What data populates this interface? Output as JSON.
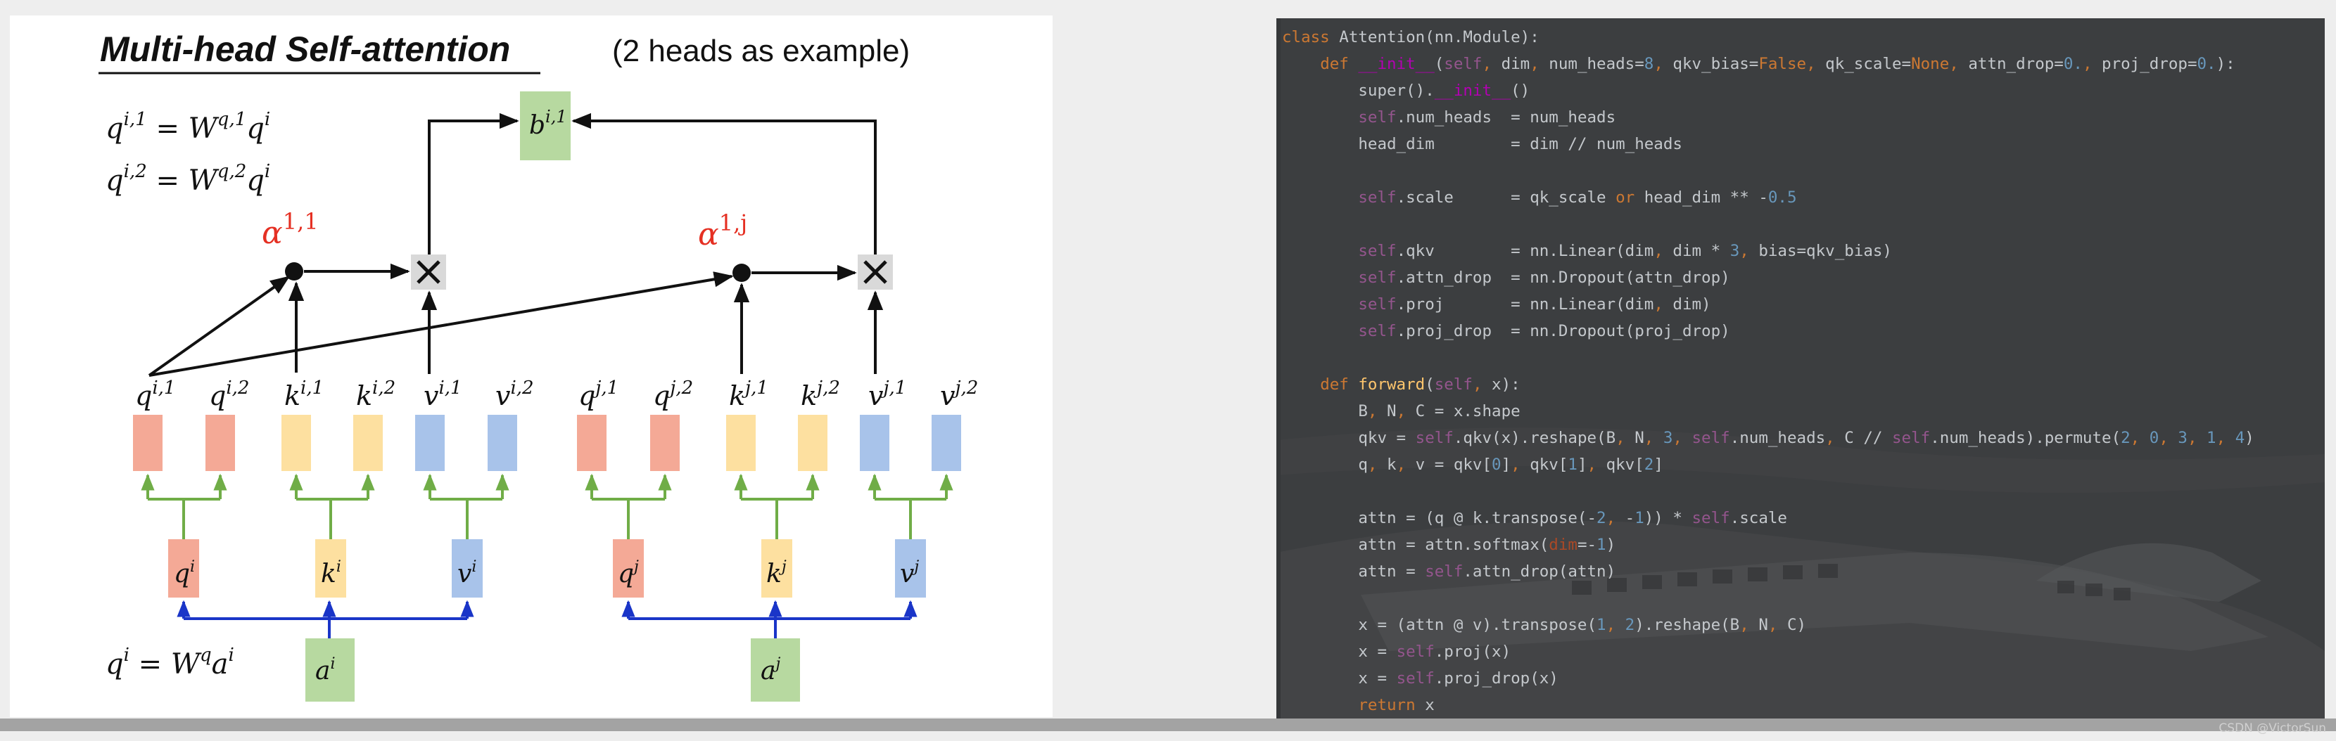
{
  "slide": {
    "title": "Multi-head Self-attention",
    "subtitle": "(2 heads as example)",
    "eq1": "q^{i,1} = W^{q,1} q^i",
    "eq2": "q^{i,2} = W^{q,2} q^i",
    "eq3": "q^i = W^q a^i",
    "alpha_left": "α^{1,1}",
    "alpha_right": "α^{1,j}",
    "output": "b^{i,1}",
    "heads": [
      {
        "index": "i",
        "labels": [
          "q^{i,1}",
          "q^{i,2}",
          "k^{i,1}",
          "k^{i,2}",
          "v^{i,1}",
          "v^{i,2}"
        ],
        "proj": [
          "q^i",
          "k^i",
          "v^i"
        ],
        "input": "a^i"
      },
      {
        "index": "j",
        "labels": [
          "q^{j,1}",
          "q^{j,2}",
          "k^{j,1}",
          "k^{j,2}",
          "v^{j,1}",
          "v^{j,2}"
        ],
        "proj": [
          "q^j",
          "k^j",
          "v^j"
        ],
        "input": "a^j"
      }
    ],
    "colors": {
      "query": "#f4a996",
      "key": "#fde0a0",
      "value": "#a8c3ea",
      "input": "#b7d9a0",
      "alpha": "#e53023",
      "tree": "#70ad47",
      "feed": "#1a35c8",
      "multiply_box": "#d9d9d9"
    }
  },
  "code": {
    "lines": [
      "class Attention(nn.Module):",
      "    def __init__(self, dim, num_heads=8, qkv_bias=False, qk_scale=None, attn_drop=0., proj_drop=0.):",
      "        super().__init__()",
      "        self.num_heads  = num_heads",
      "        head_dim        = dim // num_heads",
      "",
      "        self.scale      = qk_scale or head_dim ** -0.5",
      "",
      "        self.qkv        = nn.Linear(dim, dim * 3, bias=qkv_bias)",
      "        self.attn_drop  = nn.Dropout(attn_drop)",
      "        self.proj       = nn.Linear(dim, dim)",
      "        self.proj_drop  = nn.Dropout(proj_drop)",
      "",
      "    def forward(self, x):",
      "        B, N, C = x.shape",
      "        qkv = self.qkv(x).reshape(B, N, 3, self.num_heads, C // self.num_heads).permute(2, 0, 3, 1, 4)",
      "        q, k, v = qkv[0], qkv[1], qkv[2]",
      "",
      "        attn = (q @ k.transpose(-2, -1)) * self.scale",
      "        attn = attn.softmax(dim=-1)",
      "        attn = self.attn_drop(attn)",
      "",
      "        x = (attn @ v).transpose(1, 2).reshape(B, N, C)",
      "        x = self.proj(x)",
      "        x = self.proj_drop(x)",
      "        return x"
    ],
    "colors": {
      "background": "#3c3e40",
      "keyword": "#cc7832",
      "self": "#94558d",
      "number": "#6897bb",
      "function": "#ffc66d",
      "magic": "#b200b2",
      "param": "#aa4926",
      "text": "#c4c8cc"
    }
  },
  "watermark": "CSDN @VictorSun"
}
